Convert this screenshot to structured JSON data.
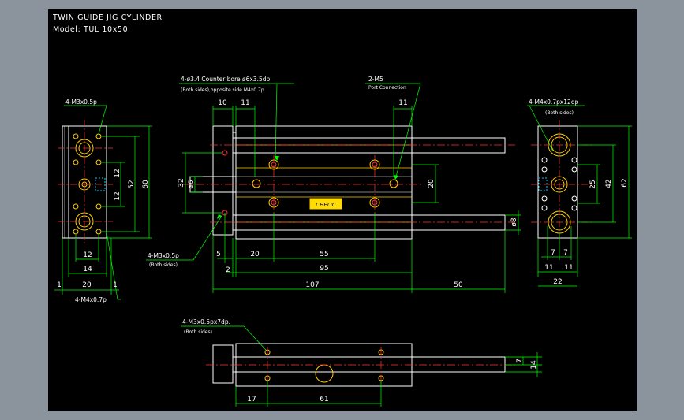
{
  "title": {
    "line1": "TWIN GUIDE JIG CYLINDER",
    "line2": "Model: TUL 10x50"
  },
  "callouts": {
    "top_counterbore_1": "4-ø3.4 Counter bore ø6x3.5dp",
    "top_counterbore_2": "(Both sides),opposite side M4x0.7p",
    "port_1": "2-M5",
    "port_2": "Port Connection",
    "left_m3": "4-M3x0.5p",
    "left_m4": "4-M4x0.7p",
    "right_m4": "4-M4x0.7px12dp",
    "right_both": "(Both sides)",
    "mid_m3": "4-M3x0.5p",
    "mid_both": "(Both sides)",
    "bottom_m3": "4-M3x0.5px7dp.",
    "bottom_both": "(Both sides)",
    "brand": "CHELIC"
  },
  "dimensions": {
    "left_view": {
      "d12a": "12",
      "d12b": "12",
      "d52": "52",
      "d60": "60",
      "w12": "12",
      "w14": "14",
      "w20": "20",
      "e1a": "1",
      "e1b": "1"
    },
    "front_view": {
      "d10": "10",
      "d11a": "11",
      "d11b": "11",
      "d32": "32",
      "d6": "ø6",
      "d20": "20",
      "d8": "ø8",
      "d5": "5",
      "d20b": "20",
      "d55": "55",
      "d2": "2",
      "d95": "95",
      "d107": "107",
      "d50": "50"
    },
    "right_view": {
      "d25": "25",
      "d42": "42",
      "d62": "62",
      "w7a": "7",
      "w7b": "7",
      "w11a": "11",
      "w11b": "11",
      "w22": "22"
    },
    "bottom_view": {
      "d7": "7",
      "d14": "14",
      "d17": "17",
      "d61": "61"
    }
  },
  "colors": {
    "sheet": "#000000",
    "frame": "#8b949d",
    "outline": "#ffffff",
    "dimension": "#00ff00",
    "centerline": "#ff3333",
    "hole": "#ffcc00",
    "hidden": "#00ccff"
  }
}
